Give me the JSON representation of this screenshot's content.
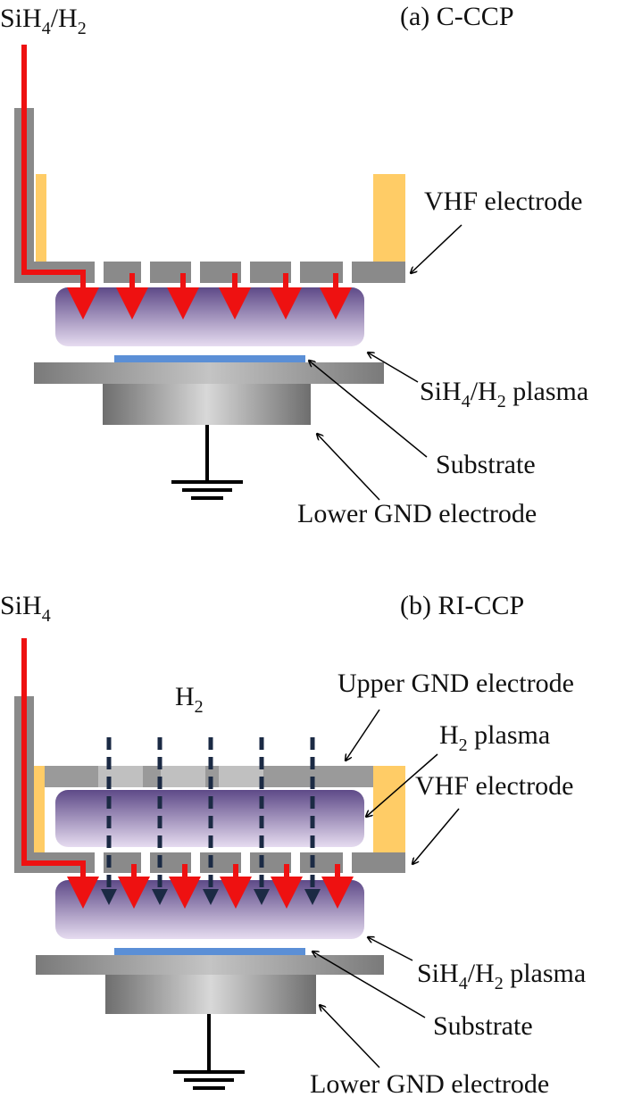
{
  "panel_a": {
    "title": "(a) C-CCP",
    "gas_label": {
      "main": "SiH",
      "sub1": "4",
      "mid": "/H",
      "sub2": "2"
    },
    "vhf_label": "VHF electrode",
    "plasma_label": {
      "main": "SiH",
      "sub1": "4",
      "mid": "/H",
      "sub2": "2",
      "tail": " plasma"
    },
    "substrate_label": "Substrate",
    "lower_label": "Lower GND electrode"
  },
  "panel_b": {
    "title": "(b) RI-CCP",
    "gas_label": {
      "main": "SiH",
      "sub1": "4"
    },
    "h2_label": {
      "main": "H",
      "sub1": "2"
    },
    "upper_label": "Upper GND electrode",
    "h2plasma_label": {
      "main": "H",
      "sub1": "2",
      "tail": " plasma"
    },
    "vhf_label": "VHF electrode",
    "plasma_label": {
      "main": "SiH",
      "sub1": "4",
      "mid": "/H",
      "sub2": "2",
      "tail": " plasma"
    },
    "substrate_label": "Substrate",
    "lower_label": "Lower GND electrode"
  },
  "colors": {
    "gas_line": "#ee1111",
    "h2_line": "#1b2a44",
    "electrode_orange": "#ffcc66",
    "substrate_blue": "#5b8fd6",
    "plasma_dark": "#5e4a88",
    "plasma_light": "#e6dcf0"
  }
}
